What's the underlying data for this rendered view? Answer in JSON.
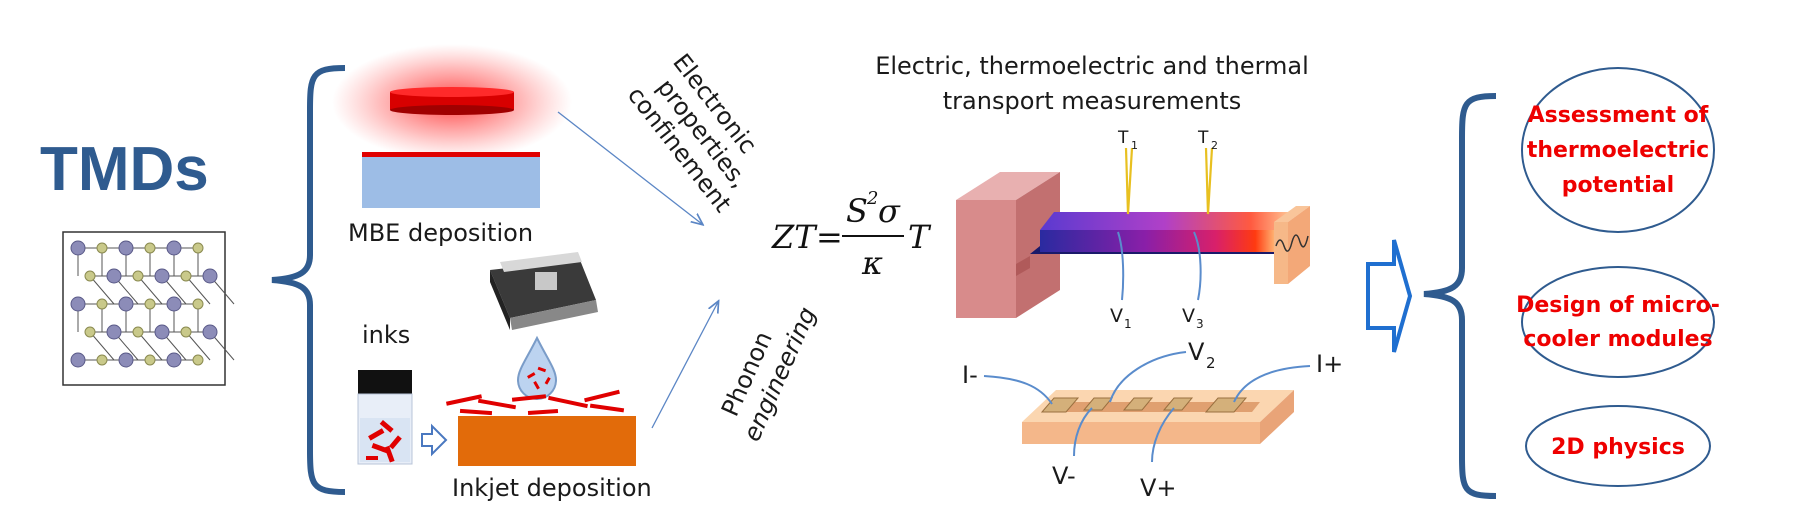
{
  "title": "TMDs",
  "left": {
    "mbe_label": "MBE deposition",
    "inks_label": "inks",
    "inkjet_label": "Inkjet deposition"
  },
  "arrows": {
    "electronic_lines": [
      "Electronic",
      "properties,",
      "confinement"
    ],
    "phonon_lines": [
      "Phonon",
      "engineering"
    ]
  },
  "formula": {
    "lhs": "ZT",
    "eq": "=",
    "numerator_base": "S",
    "numerator_exp": "2",
    "numerator_sigma": "σ",
    "denominator": "κ",
    "factor": "T"
  },
  "measurement": {
    "title_lines": [
      "Electric, thermoelectric and thermal",
      "transport measurements"
    ],
    "labels": {
      "t1": "T",
      "t1_sub": "1",
      "t2": "T",
      "t2_sub": "2",
      "v1": "V",
      "v1_sub": "1",
      "v3": "V",
      "v3_sub": "3",
      "v2": "V",
      "v2_sub": "2",
      "i_minus": "I-",
      "i_plus": "I+",
      "v_minus": "V-",
      "v_plus": "V+"
    }
  },
  "outcomes": {
    "o1_lines": [
      "Assessment of",
      "thermoelectric",
      "potential"
    ],
    "o2_lines": [
      "Design of micro-",
      "cooler modules"
    ],
    "o3_lines": [
      "2D physics"
    ]
  },
  "colors": {
    "tmd_title": "#2f5b8f",
    "brace": "#2f5b8f",
    "outcome_text": "#ee0000",
    "red_film": "#e00000",
    "substrate_blue": "#9dbde6",
    "orange_substrate": "#e26b0a",
    "heater_block": "#d88b8b",
    "arrow_line": "#5b86c5"
  }
}
